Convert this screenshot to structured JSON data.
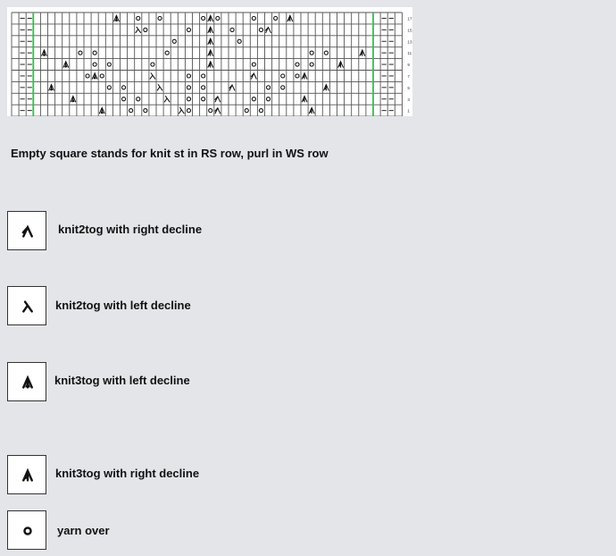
{
  "chart": {
    "symbols": {
      "K2R": "knit2tog with right decline",
      "K2L": "knit2tog with left decline",
      "K3L": "knit3tog with left decline",
      "K3R": "knit3tog with right decline",
      "O": "yarn over"
    },
    "edge_color": "#2fc14a",
    "rows": [
      {
        "row": "17",
        "cells": [
          [
            14,
            "K3L"
          ],
          [
            17,
            "O"
          ],
          [
            20,
            "O"
          ],
          [
            26,
            "O"
          ],
          [
            27,
            "K3R"
          ],
          [
            28,
            "O"
          ],
          [
            33,
            "O"
          ],
          [
            36,
            "O"
          ],
          [
            38,
            "K3R"
          ]
        ]
      },
      {
        "row": "15",
        "cells": [
          [
            17,
            "K2L"
          ],
          [
            18,
            "O"
          ],
          [
            24,
            "O"
          ],
          [
            27,
            "K3R"
          ],
          [
            30,
            "O"
          ],
          [
            34,
            "O"
          ],
          [
            35,
            "K2R"
          ]
        ]
      },
      {
        "row": "13",
        "cells": [
          [
            22,
            "O"
          ],
          [
            27,
            "K3R"
          ],
          [
            31,
            "O"
          ]
        ]
      },
      {
        "row": "11",
        "cells": [
          [
            4,
            "K3L"
          ],
          [
            9,
            "O"
          ],
          [
            11,
            "O"
          ],
          [
            21,
            "O"
          ],
          [
            27,
            "K3R"
          ],
          [
            41,
            "O"
          ],
          [
            43,
            "O"
          ],
          [
            48,
            "K3R"
          ]
        ]
      },
      {
        "row": "9",
        "cells": [
          [
            7,
            "K3L"
          ],
          [
            11,
            "O"
          ],
          [
            13,
            "O"
          ],
          [
            19,
            "O"
          ],
          [
            27,
            "K3R"
          ],
          [
            33,
            "O"
          ],
          [
            39,
            "O"
          ],
          [
            41,
            "O"
          ],
          [
            45,
            "K3R"
          ]
        ]
      },
      {
        "row": "7",
        "cells": [
          [
            10,
            "O"
          ],
          [
            11,
            "K3L"
          ],
          [
            12,
            "O"
          ],
          [
            19,
            "K2L"
          ],
          [
            24,
            "O"
          ],
          [
            26,
            "O"
          ],
          [
            33,
            "K2R"
          ],
          [
            37,
            "O"
          ],
          [
            39,
            "O"
          ],
          [
            40,
            "K3R"
          ]
        ]
      },
      {
        "row": "5",
        "cells": [
          [
            5,
            "K3L"
          ],
          [
            13,
            "O"
          ],
          [
            15,
            "O"
          ],
          [
            20,
            "K2L"
          ],
          [
            24,
            "O"
          ],
          [
            26,
            "O"
          ],
          [
            30,
            "K2R"
          ],
          [
            35,
            "O"
          ],
          [
            37,
            "O"
          ],
          [
            43,
            "K3R"
          ]
        ]
      },
      {
        "row": "3",
        "cells": [
          [
            8,
            "K3L"
          ],
          [
            15,
            "O"
          ],
          [
            17,
            "O"
          ],
          [
            21,
            "K2L"
          ],
          [
            24,
            "O"
          ],
          [
            26,
            "O"
          ],
          [
            28,
            "K2R"
          ],
          [
            33,
            "O"
          ],
          [
            35,
            "O"
          ],
          [
            40,
            "K3R"
          ]
        ]
      },
      {
        "row": "1",
        "cells": [
          [
            12,
            "K3L"
          ],
          [
            16,
            "O"
          ],
          [
            18,
            "O"
          ],
          [
            23,
            "K2L"
          ],
          [
            24,
            "O"
          ],
          [
            27,
            "O"
          ],
          [
            28,
            "K2R"
          ],
          [
            32,
            "O"
          ],
          [
            34,
            "O"
          ],
          [
            41,
            "K3R"
          ]
        ]
      }
    ]
  },
  "description": "Empty square stands for knit st in RS row, purl in WS row",
  "legend": [
    {
      "symbol": "K2R",
      "label": "knit2tog with right decline"
    },
    {
      "symbol": "K2L",
      "label": "knit2tog with left decline"
    },
    {
      "symbol": "K3L",
      "label": "knit3tog with left decline"
    },
    {
      "symbol": "K3R",
      "label": "knit3tog with right decline"
    },
    {
      "symbol": "O",
      "label": "yarn over"
    }
  ]
}
